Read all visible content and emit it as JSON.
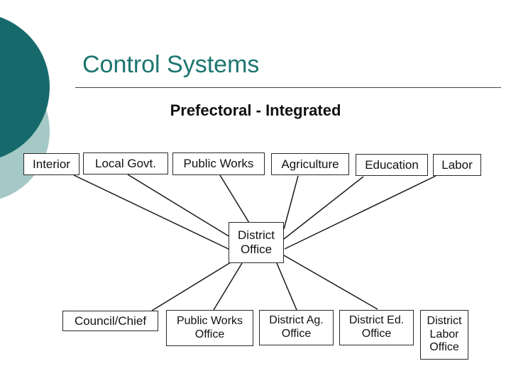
{
  "slide_title": "Control Systems",
  "subtitle": "Prefectoral - Integrated",
  "colors": {
    "title_text": "#1B756E",
    "dark_circle": "#176A6C",
    "light_circle": "#A5C9C6",
    "box_border": "#2A2A2A",
    "connector": "#1A1A1A"
  },
  "diagram": {
    "top_row": [
      "Interior",
      "Local Govt.",
      "Public Works",
      "Agriculture",
      "Education",
      "Labor"
    ],
    "center": "District Office",
    "bottom_row": [
      "Council/Chief",
      "Public Works Office",
      "District Ag. Office",
      "District Ed. Office",
      "District Labor Office"
    ],
    "edges": [
      {
        "from": "Interior",
        "to": "District Office"
      },
      {
        "from": "Local Govt.",
        "to": "District Office"
      },
      {
        "from": "Public Works",
        "to": "District Office"
      },
      {
        "from": "Agriculture",
        "to": "District Office"
      },
      {
        "from": "Education",
        "to": "District Office"
      },
      {
        "from": "Labor",
        "to": "District Office"
      },
      {
        "from": "District Office",
        "to": "Council/Chief"
      },
      {
        "from": "District Office",
        "to": "Public Works Office"
      },
      {
        "from": "District Office",
        "to": "District Ag. Office"
      },
      {
        "from": "District Office",
        "to": "District Ed. Office"
      }
    ]
  }
}
